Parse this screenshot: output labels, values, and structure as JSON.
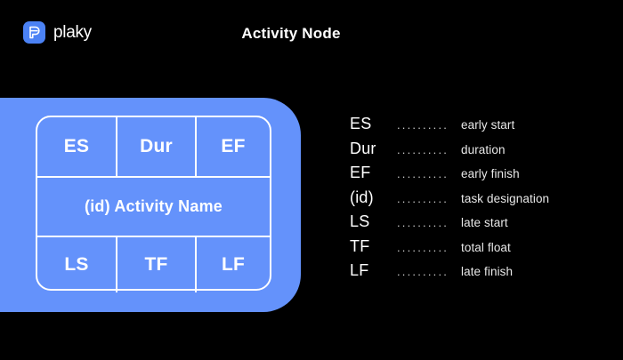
{
  "brand": {
    "name": "plaky",
    "logo_icon": "plaky-logo-icon",
    "logo_color": "#4B82F5"
  },
  "header": {
    "title": "Activity Node"
  },
  "node": {
    "card_color": "#6492FB",
    "border_color": "#FFFFFF",
    "rows": [
      {
        "cells": [
          "ES",
          "Dur",
          "EF"
        ]
      },
      {
        "cells": [
          "(id) Activity Name"
        ]
      },
      {
        "cells": [
          "LS",
          "TF",
          "LF"
        ]
      }
    ],
    "top": {
      "es": "ES",
      "dur": "Dur",
      "ef": "EF"
    },
    "middle": {
      "activity": "(id) Activity Name"
    },
    "bottom": {
      "ls": "LS",
      "tf": "TF",
      "lf": "LF"
    }
  },
  "legend": {
    "dots": "..........",
    "items": [
      {
        "abbr": "ES",
        "desc": "early start"
      },
      {
        "abbr": "Dur",
        "desc": "duration"
      },
      {
        "abbr": "EF",
        "desc": "early finish"
      },
      {
        "abbr": "(id)",
        "desc": "task designation"
      },
      {
        "abbr": "LS",
        "desc": "late start"
      },
      {
        "abbr": "TF",
        "desc": "total float"
      },
      {
        "abbr": "LF",
        "desc": "late finish"
      }
    ]
  }
}
